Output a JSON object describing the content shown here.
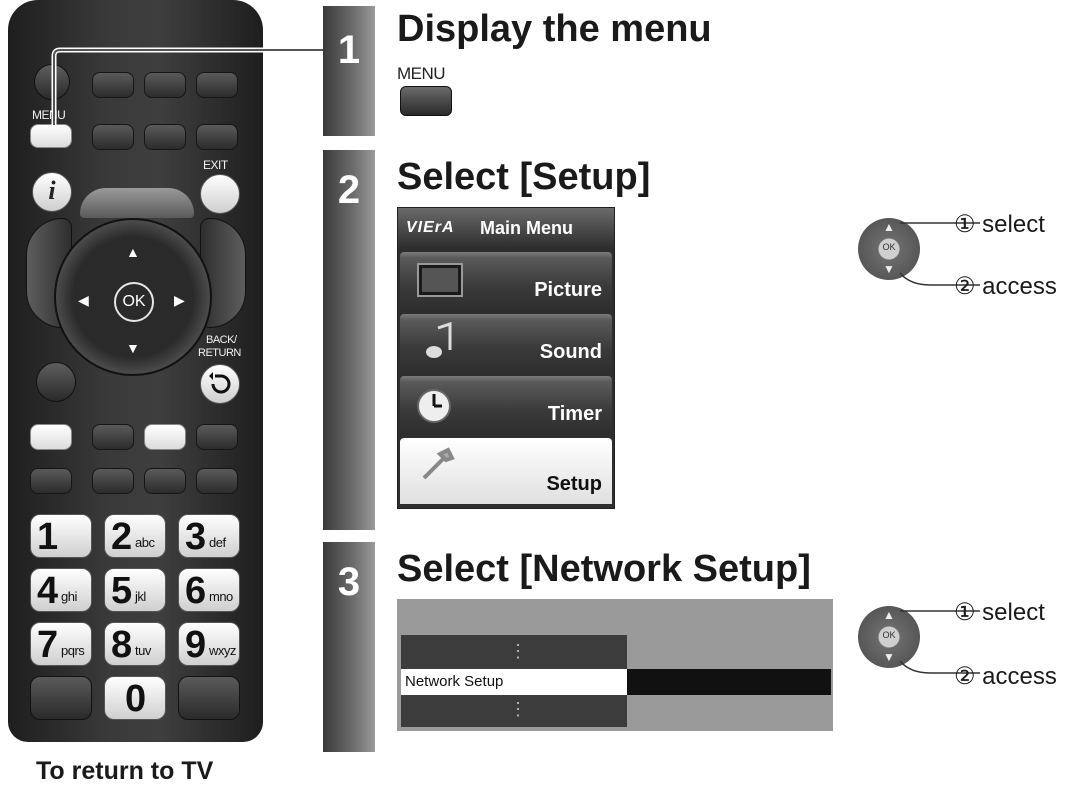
{
  "remote": {
    "menu_label": "MENU",
    "exit_label": "EXIT",
    "back_label_1": "BACK/",
    "back_label_2": "RETURN",
    "info_glyph": "i",
    "ok_label": "OK",
    "number_keys": [
      {
        "digit": "1",
        "letters": ""
      },
      {
        "digit": "2",
        "letters": "abc"
      },
      {
        "digit": "3",
        "letters": "def"
      },
      {
        "digit": "4",
        "letters": "ghi"
      },
      {
        "digit": "5",
        "letters": "jkl"
      },
      {
        "digit": "6",
        "letters": "mno"
      },
      {
        "digit": "7",
        "letters": "pqrs"
      },
      {
        "digit": "8",
        "letters": "tuv"
      },
      {
        "digit": "9",
        "letters": "wxyz"
      },
      {
        "digit": "0",
        "letters": ""
      }
    ],
    "caption": "To return to TV"
  },
  "steps": [
    {
      "number": "1",
      "title": "Display the menu",
      "button_label": "MENU"
    },
    {
      "number": "2",
      "title": "Select [Setup]"
    },
    {
      "number": "3",
      "title": "Select [Network Setup]"
    }
  ],
  "main_menu": {
    "brand": "VIErA",
    "title": "Main Menu",
    "items": [
      "Picture",
      "Sound",
      "Timer",
      "Setup"
    ],
    "selected": "Setup"
  },
  "network_menu": {
    "dots": "⋮",
    "selected_item": "Network Setup"
  },
  "instructions": {
    "select": "① select",
    "access": "② access",
    "ok_label": "OK"
  },
  "colors": {
    "remote_body": "#333333",
    "step_bar": "#6e6e6e",
    "menu_dark": "#2e2e2e",
    "net_selected_bg": "#ffffff",
    "net_dark_cell": "#3c3c3c",
    "net_black_cell": "#111111"
  },
  "icons": [
    "back-return-icon",
    "info-icon",
    "arrow-up-icon",
    "arrow-down-icon",
    "arrow-left-icon",
    "arrow-right-icon",
    "picture-icon",
    "sound-icon",
    "timer-icon",
    "setup-icon"
  ]
}
